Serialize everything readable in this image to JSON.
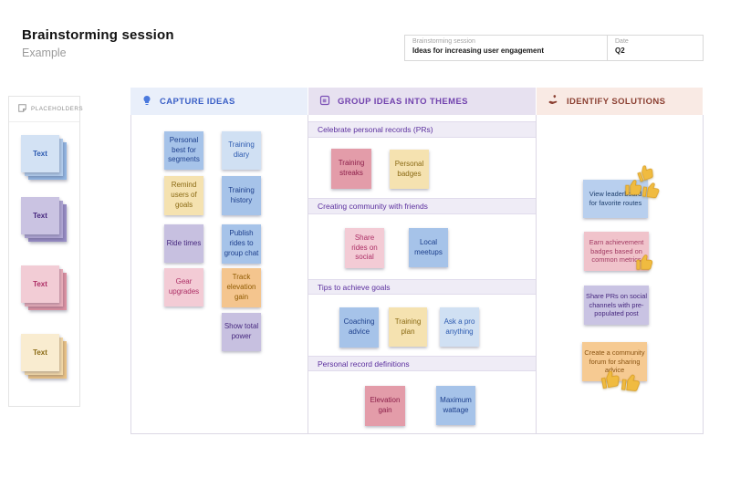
{
  "palette": {
    "capture_accent": "#3a5fc6",
    "capture_header_bg": "#e9effa",
    "group_accent": "#7243ae",
    "group_header_bg": "#e7e1f0",
    "identify_accent": "#8c4133",
    "identify_header_bg": "#f9eae4",
    "thumb_yellow": "#f0bb40"
  },
  "page": {
    "title": "Brainstorming session",
    "subtitle": "Example"
  },
  "info_box": {
    "fields": [
      {
        "label": "Brainstorming session",
        "value": "Ideas for increasing user engagement"
      },
      {
        "label": "Date",
        "value": "Q2"
      }
    ]
  },
  "sidebar": {
    "title": "PLACEHOLDERS",
    "placeholders": [
      {
        "label": "Text",
        "color": "blue"
      },
      {
        "label": "Text",
        "color": "purple"
      },
      {
        "label": "Text",
        "color": "pink"
      },
      {
        "label": "Text",
        "color": "yellow"
      }
    ]
  },
  "columns": {
    "capture": {
      "title": "CAPTURE IDEAS",
      "icon": "lightbulb-icon",
      "notes": [
        {
          "text": "Personal best for segments"
        },
        {
          "text": "Training diary"
        },
        {
          "text": "Remind users of goals"
        },
        {
          "text": "Training history"
        },
        {
          "text": "Ride times"
        },
        {
          "text": "Publish rides to group chat"
        },
        {
          "text": "Gear upgrades"
        },
        {
          "text": "Track elevation gain"
        },
        {
          "text": "Show total power"
        }
      ]
    },
    "group": {
      "title": "GROUP IDEAS INTO THEMES",
      "icon": "frame-icon",
      "sections": [
        {
          "title": "Celebrate personal records (PRs)",
          "notes": [
            {
              "text": "Training streaks"
            },
            {
              "text": "Personal badges"
            }
          ]
        },
        {
          "title": "Creating community with friends",
          "notes": [
            {
              "text": "Share rides on social"
            },
            {
              "text": "Local meetups"
            }
          ]
        },
        {
          "title": "Tips to achieve goals",
          "notes": [
            {
              "text": "Coaching advice"
            },
            {
              "text": "Training plan"
            },
            {
              "text": "Ask a pro anything"
            }
          ]
        },
        {
          "title": "Personal record definitions",
          "notes": [
            {
              "text": "Elevation gain"
            },
            {
              "text": "Maximum wattage"
            }
          ]
        }
      ]
    },
    "identify": {
      "title": "IDENTIFY SOLUTIONS",
      "icon": "hand-heart-icon",
      "notes": [
        {
          "text": "View leaderboard for favorite routes",
          "reactions": 3
        },
        {
          "text": "Earn achievement badges based on common metrics",
          "reactions": 1
        },
        {
          "text": "Share PRs on social channels with pre-populated post",
          "reactions": 0
        },
        {
          "text": "Create a community forum for sharing advice",
          "reactions": 2
        }
      ]
    }
  }
}
